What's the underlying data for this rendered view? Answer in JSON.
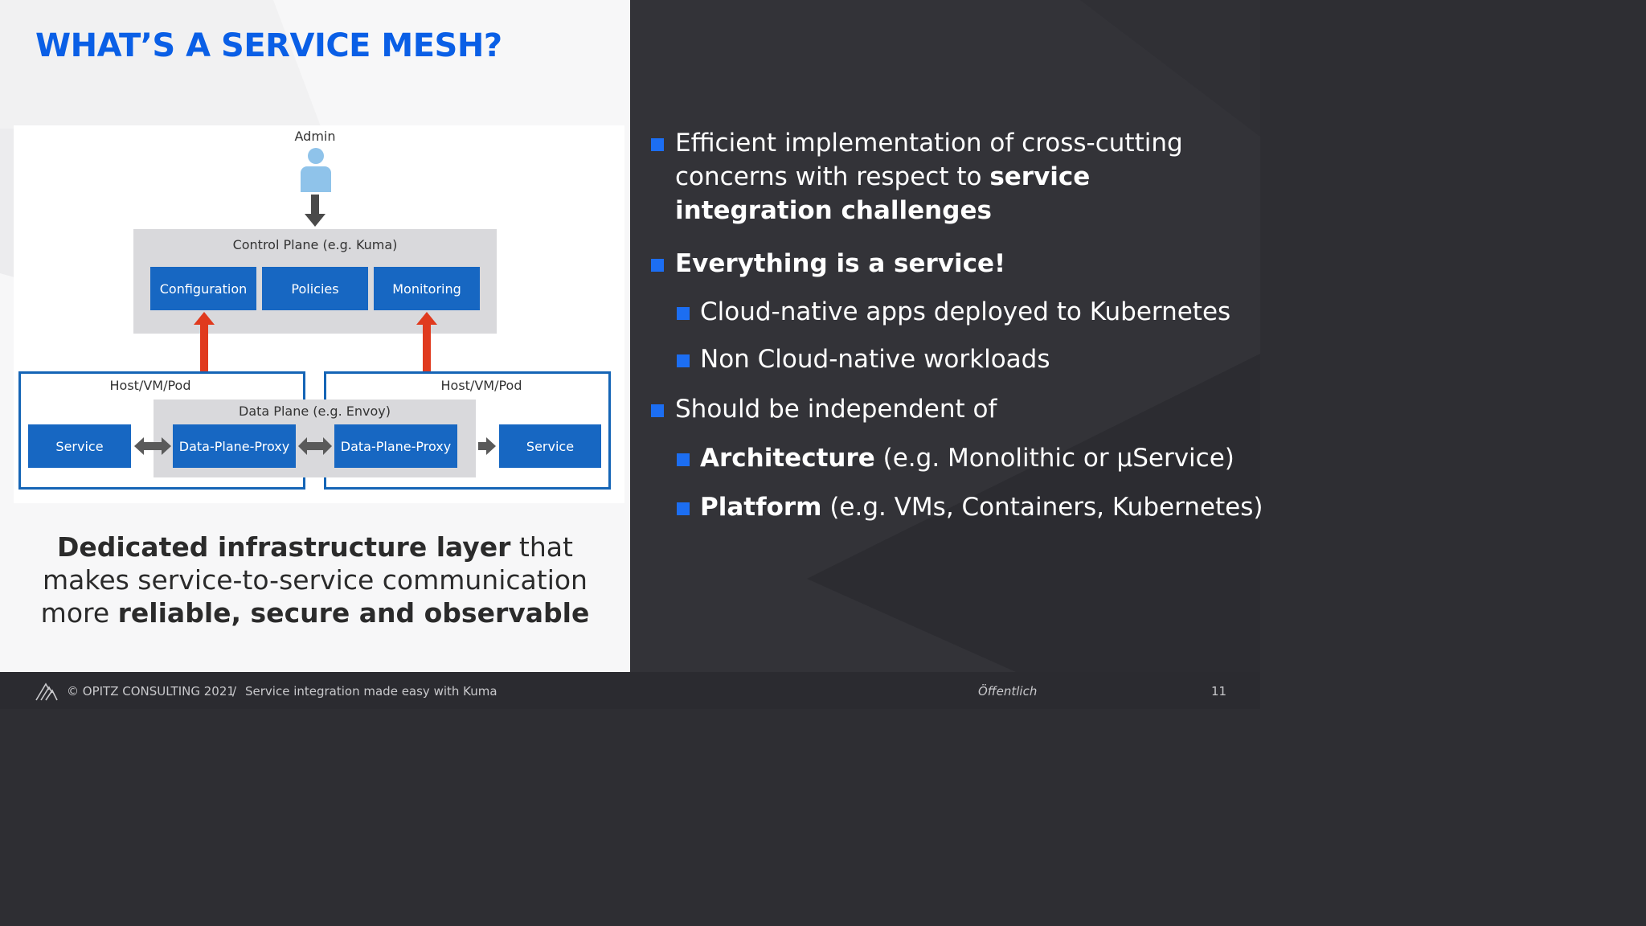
{
  "slide": {
    "title": "WHAT’S A SERVICE MESH?",
    "colors": {
      "accent": "#0a5fe6",
      "bullet": "#1c6ef2",
      "dark": "#333338",
      "box_blue": "#1767c2",
      "arrow_red": "#e03a1e",
      "arrow_gray": "#5a5a5a"
    }
  },
  "diagram": {
    "admin_label": "Admin",
    "control_plane_label": "Control Plane (e.g. Kuma)",
    "control_boxes": [
      "Configuration",
      "Policies",
      "Monitoring"
    ],
    "host_left_label": "Host/VM/Pod",
    "host_right_label": "Host/VM/Pod",
    "data_plane_label": "Data Plane (e.g. Envoy)",
    "service_left": "Service",
    "proxy_left": "Data-Plane-Proxy",
    "proxy_right": "Data-Plane-Proxy",
    "service_right": "Service"
  },
  "summary": {
    "part1_bold": "Dedicated infrastructure layer",
    "part2": " that makes service-to-service communication more ",
    "part3_bold": "reliable, secure and observable"
  },
  "bullets": {
    "b1_line1": "Efficient implementation of cross-cutting",
    "b1_line2_plain": "concerns with respect to ",
    "b1_line2_bold": "service",
    "b1_line3_bold": "integration challenges",
    "b2_bold": "Everything is a service!",
    "b2_sub1": "Cloud-native apps deployed to Kubernetes",
    "b2_sub2": "Non Cloud-native workloads",
    "b3": "Should be independent of",
    "b3_sub1_bold": "Architecture",
    "b3_sub1_rest": " (e.g. Monolithic or µService)",
    "b3_sub2_bold": "Platform",
    "b3_sub2_rest": " (e.g. VMs, Containers, Kubernetes)"
  },
  "footer": {
    "copyright": "© OPITZ CONSULTING 2021",
    "separator": "/",
    "talk_title": "Service integration made easy with Kuma",
    "classification": "Öffentlich",
    "page_number": "11"
  }
}
